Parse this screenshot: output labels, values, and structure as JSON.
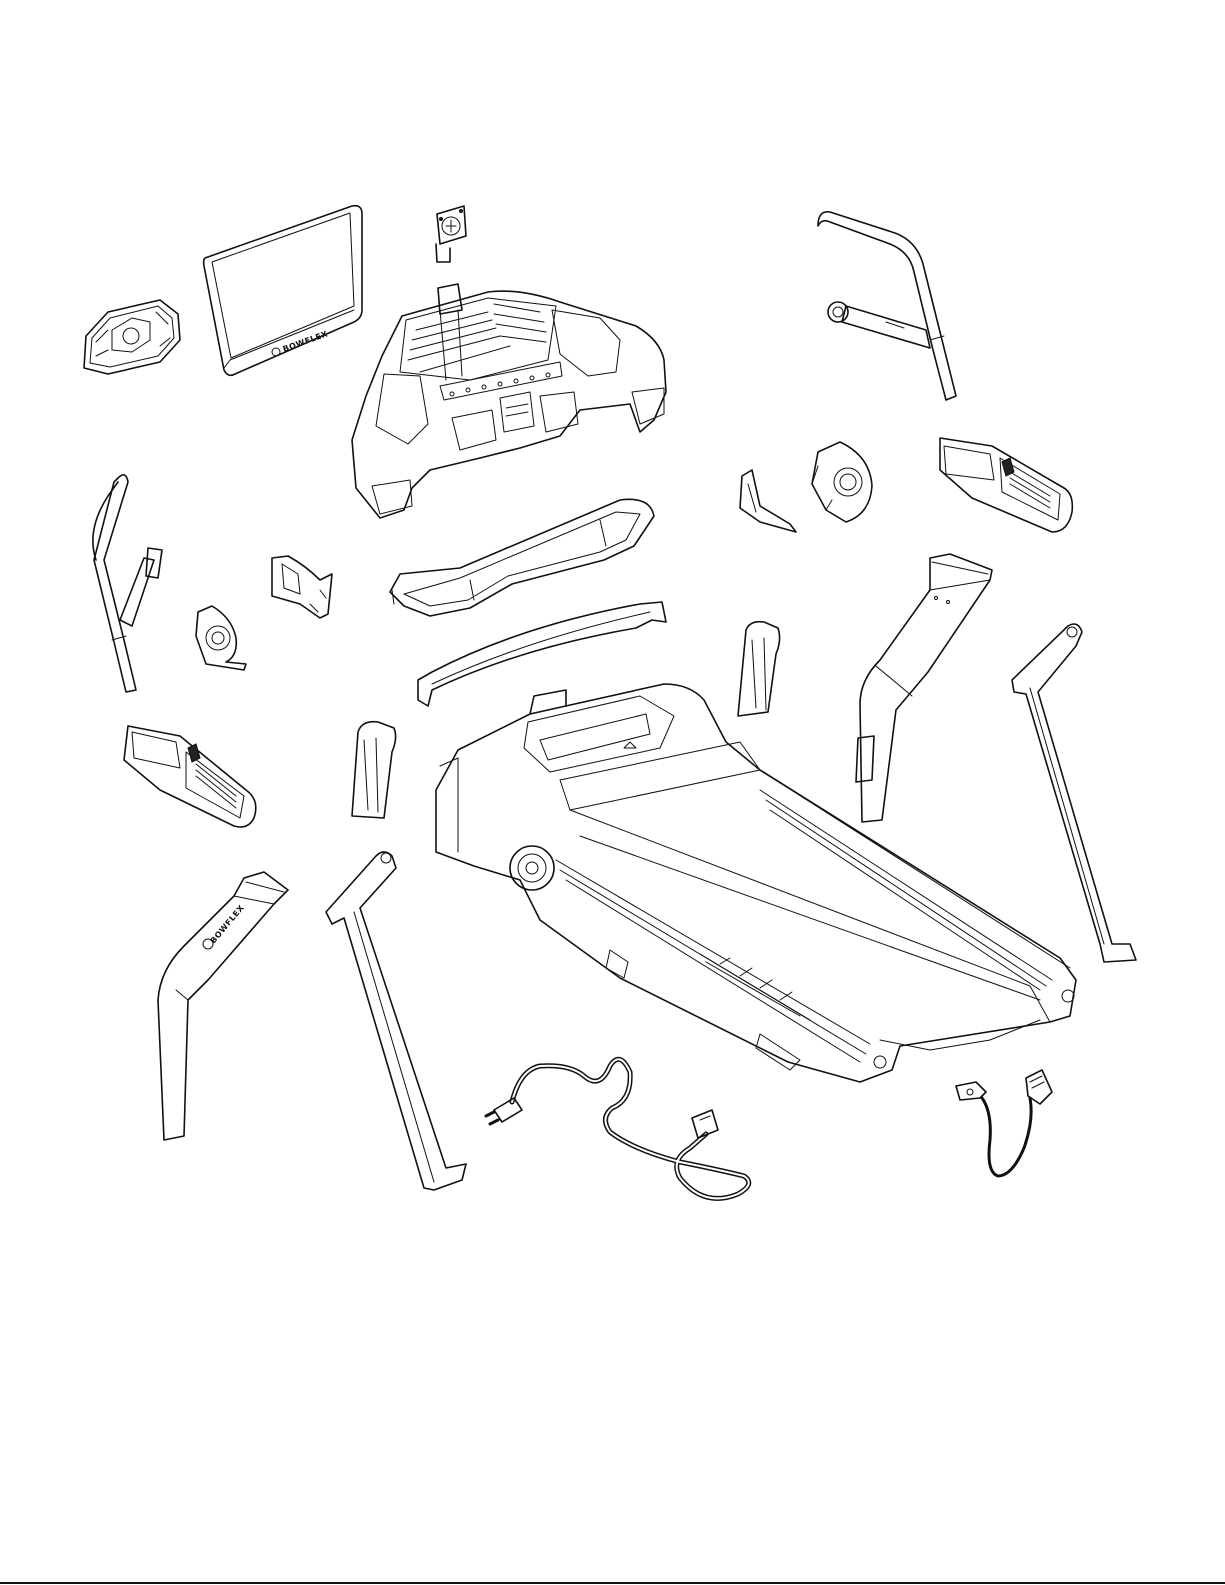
{
  "diagram": {
    "type": "exploded-parts-view",
    "product": "treadmill",
    "brand_mark": "BOWFLEX",
    "parts": [
      "keypad-bezel",
      "touchscreen-display",
      "display-mount-bracket",
      "console-assembly",
      "right-upright-handlebar",
      "left-upright-handlebar",
      "right-hand-grip",
      "left-hand-grip",
      "right-bracket-cover",
      "left-bracket-cover",
      "right-clip",
      "left-clip",
      "console-tray",
      "crossbar-cover",
      "left-upright-cover",
      "right-upright-cover",
      "left-front-upright",
      "left-rear-upright",
      "right-front-upright",
      "right-rear-upright",
      "treadmill-base",
      "power-cord",
      "safety-key"
    ]
  }
}
